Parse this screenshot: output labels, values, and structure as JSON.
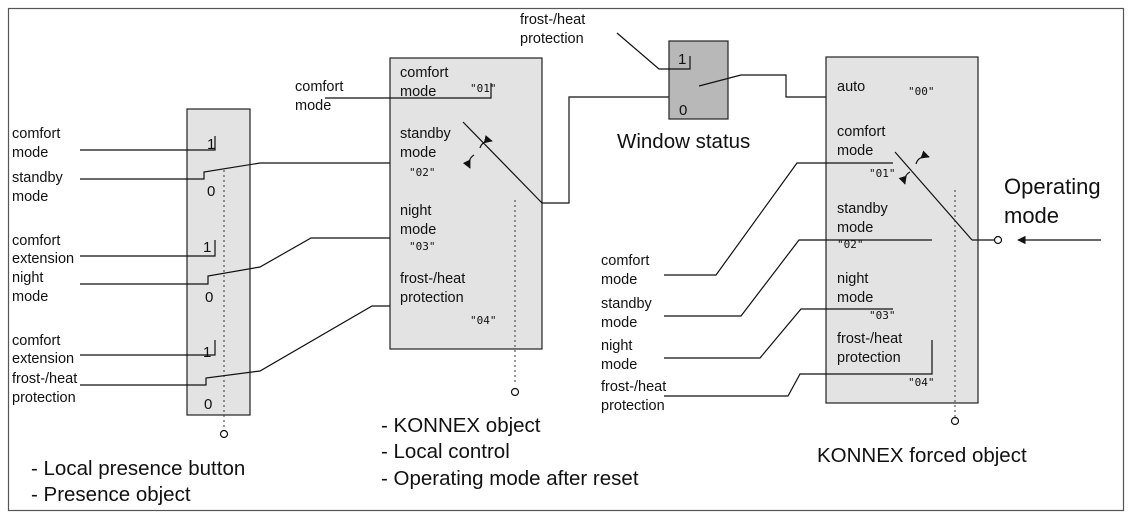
{
  "frame_color": "#555555",
  "box_fill": "#e3e3e3",
  "window_box_fill": "#b8b8b8",
  "presence_block": {
    "inputs": [
      "comfort mode",
      "standby mode",
      "comfort extension",
      "night mode",
      "comfort extension",
      "frost-/heat protection"
    ],
    "values": [
      "1",
      "0",
      "1",
      "0",
      "1",
      "0"
    ],
    "legend": [
      "- Local presence button",
      "- Presence object"
    ]
  },
  "konnex_block": {
    "inputs": [
      "comfort mode",
      "comfort mode",
      "standby mode",
      "night mode",
      "frost-/heat protection"
    ],
    "codes": [
      "\"01\"",
      "\"02\"",
      "\"03\"",
      "\"04\""
    ],
    "legend": [
      "- KONNEX object",
      "- Local control",
      "- Operating mode after reset"
    ]
  },
  "window_block": {
    "input": "frost-/heat protection",
    "values": [
      "1",
      "0"
    ],
    "title": "Window status"
  },
  "forced_block": {
    "inputs": [
      "auto",
      "comfort mode",
      "standby mode",
      "night mode",
      "frost-/heat protection"
    ],
    "codes": [
      "\"00\"",
      "\"01\"",
      "\"02\"",
      "\"03\"",
      "\"04\""
    ],
    "outer_inputs": [
      "comfort mode",
      "standby mode",
      "night mode",
      "frost-/heat protection"
    ],
    "output": "Operating mode",
    "title": "KONNEX forced object"
  }
}
